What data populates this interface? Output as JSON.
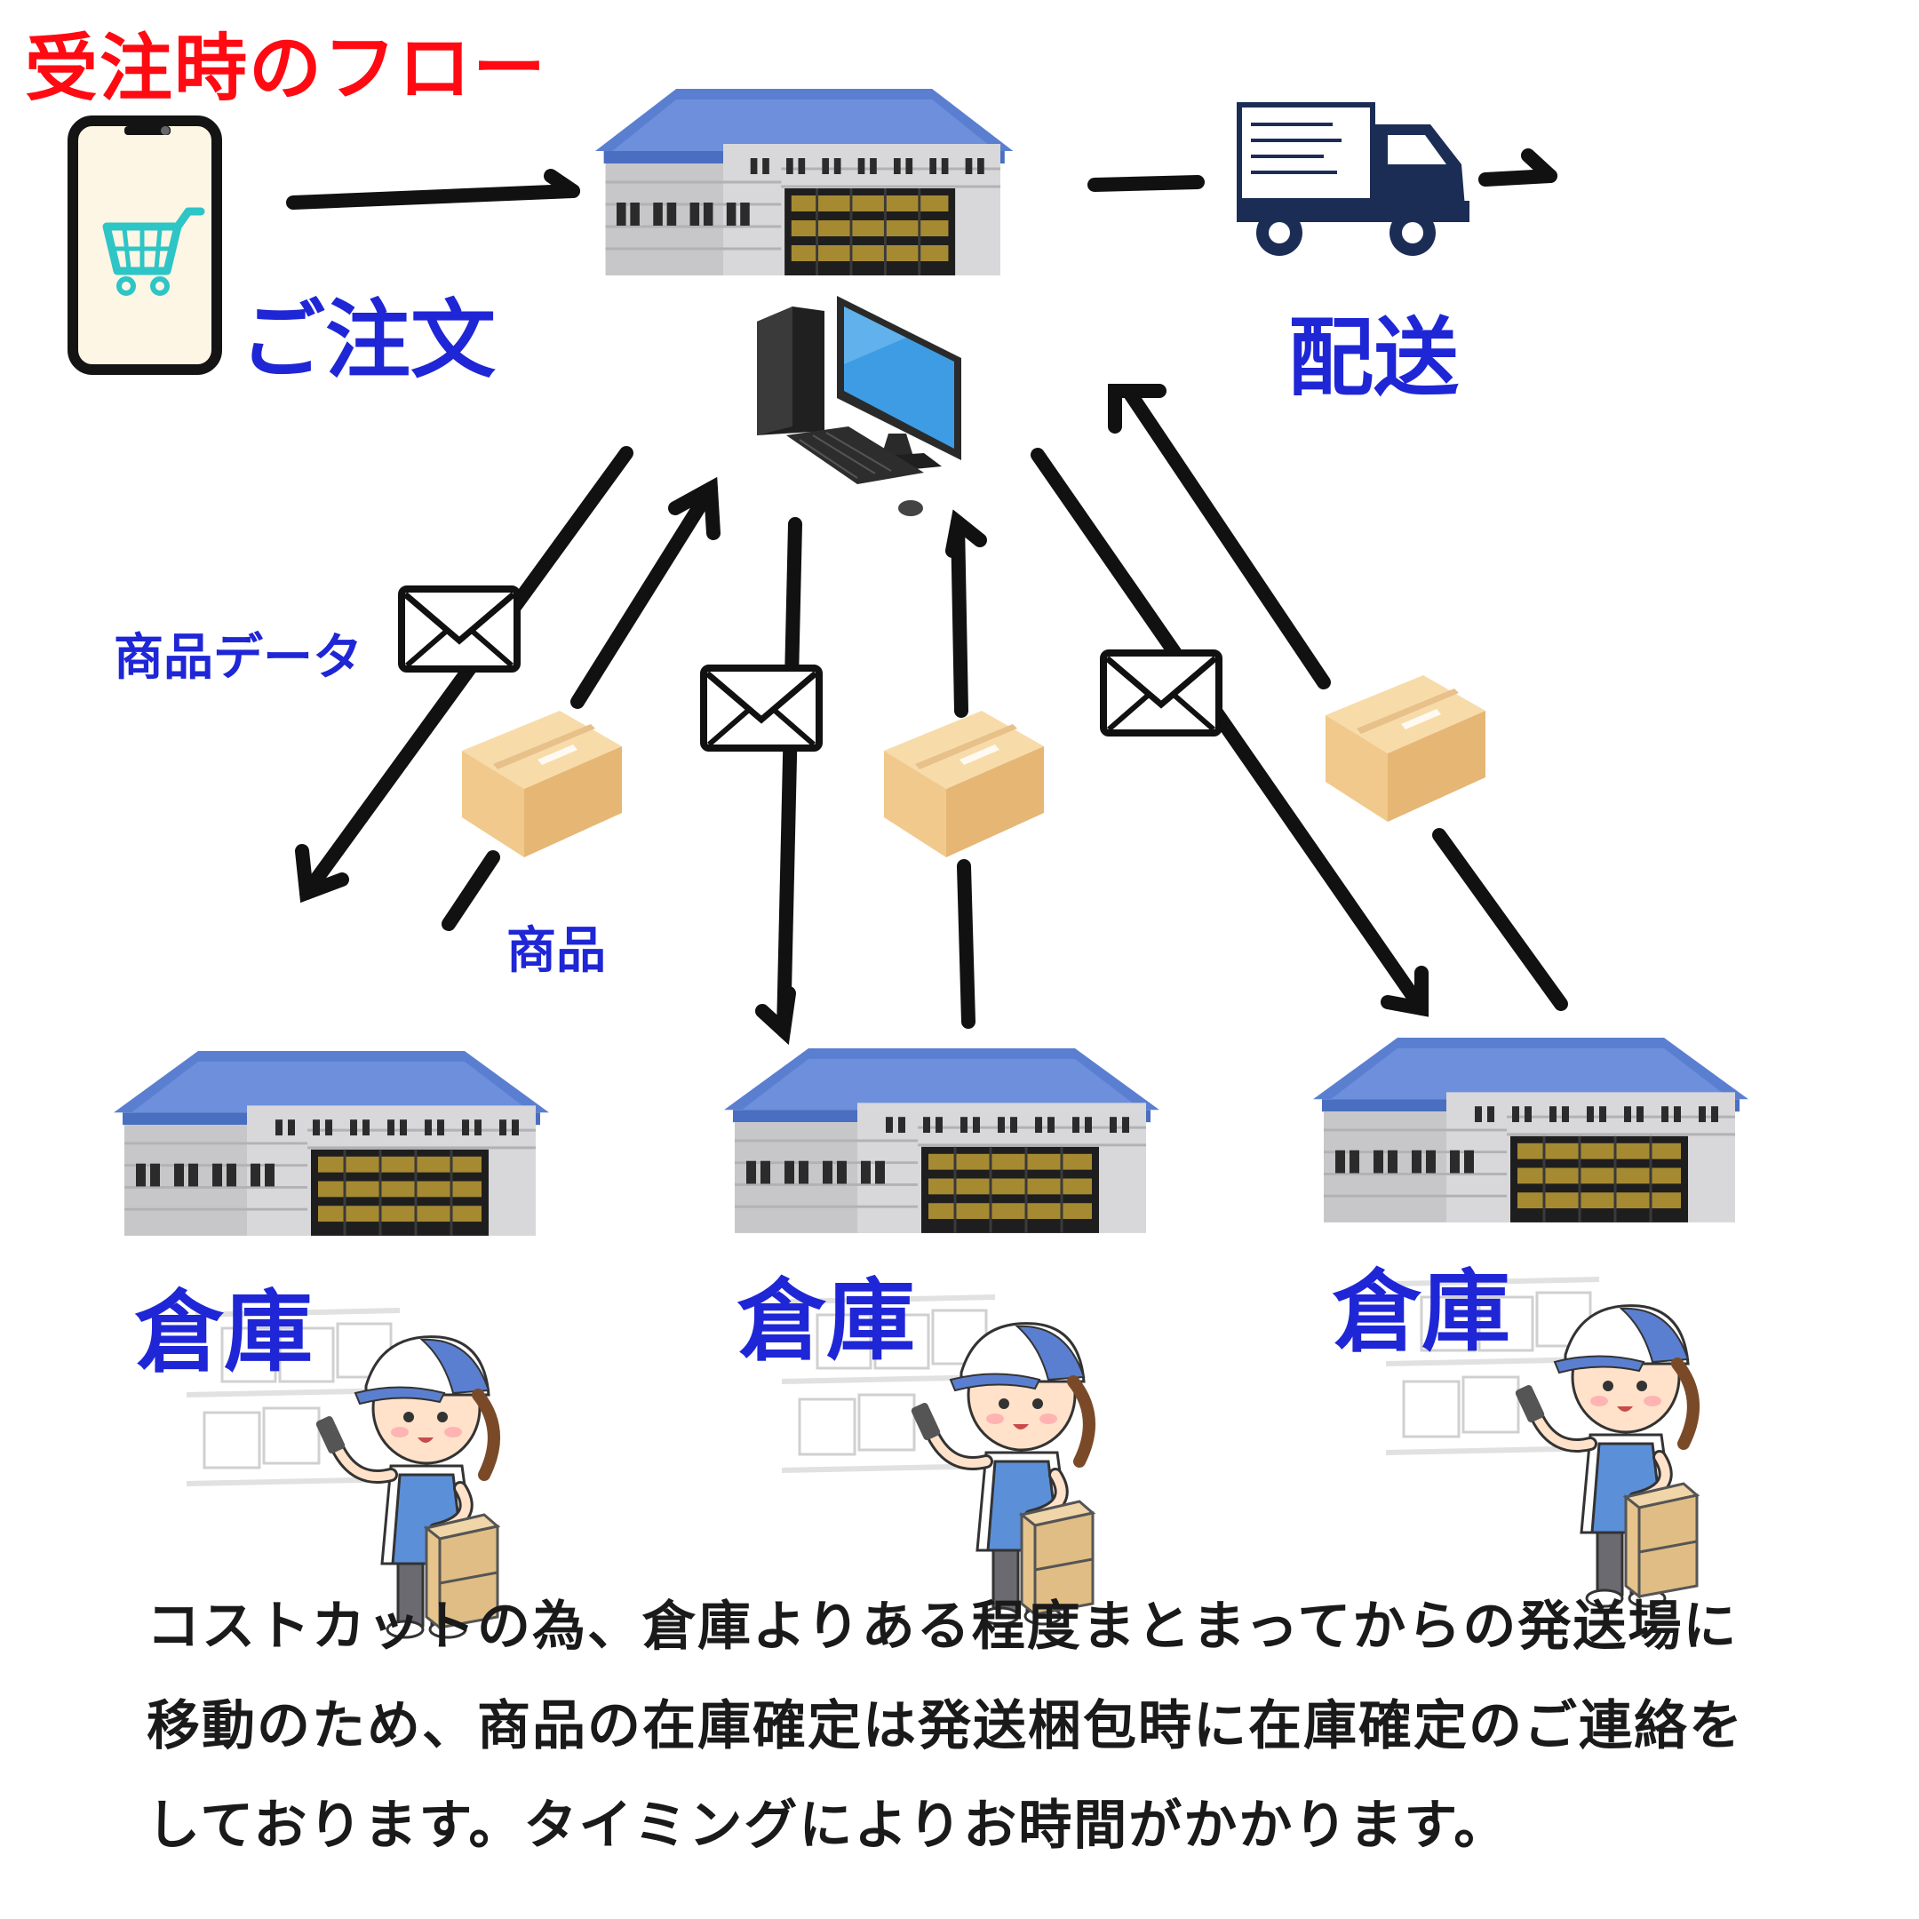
{
  "title": "受注時のフロー",
  "labels": {
    "order": "ご注文",
    "delivery": "配送",
    "product_data": "商品データ",
    "product": "商品",
    "warehouse_1": "倉庫",
    "warehouse_2": "倉庫",
    "warehouse_3": "倉庫"
  },
  "note": {
    "line1": "コストカットの為、倉庫よりある程度まとまってからの発送場に",
    "line2": "移動のため、商品の在庫確定は発送梱包時に在庫確定のご連絡を",
    "line3": "しております。タイミングによりお時間がかかります。"
  },
  "colors": {
    "title": "#ff0a12",
    "label_blue": "#1f26d6",
    "roof_blue": "#5b7fd0",
    "truck_navy": "#1c2d55",
    "box_tan": "#f1cc93",
    "arrow": "#111111"
  },
  "icons": {
    "phone": "smartphone-cart-icon",
    "warehouse": "warehouse-icon",
    "pc": "desktop-computer-icon",
    "truck": "delivery-truck-icon",
    "mail": "envelope-icon",
    "box": "cardboard-box-icon",
    "worker": "warehouse-worker-icon"
  }
}
